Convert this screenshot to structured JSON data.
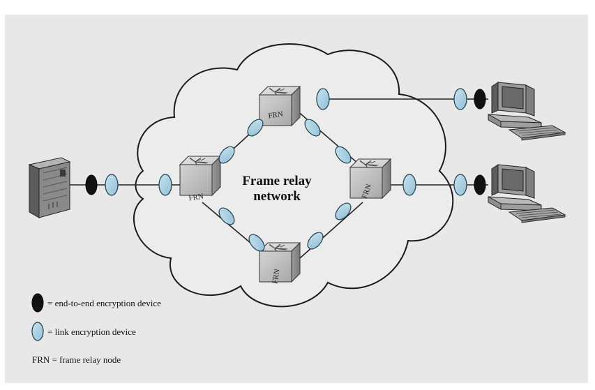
{
  "diagram": {
    "title_line1": "Frame relay",
    "title_line2": "network",
    "node_label": "FRN",
    "legend": {
      "e2e": "= end-to-end encryption device",
      "link": "= link encryption device",
      "frn": "FRN = frame relay node"
    },
    "colors": {
      "panel": "#e8e8e8",
      "cloud_fill": "#ececec",
      "link_device": "#a9cfe0",
      "e2e_device": "#111111",
      "node_fill": "#c4c4c4"
    }
  }
}
